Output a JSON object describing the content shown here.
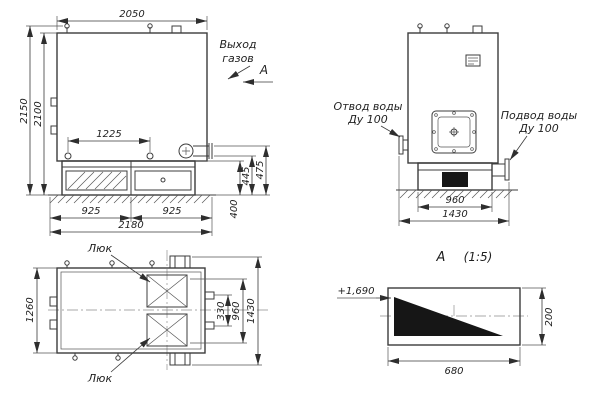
{
  "meta": {
    "background": "#ffffff",
    "line_color": "#3c3c3c",
    "fill_black": "#161616"
  },
  "views": {
    "front": {
      "labels": {
        "gas_exit_line1": "Выход",
        "gas_exit_line2": "газов",
        "section_arrow": "А"
      },
      "dims": {
        "d2050": "2050",
        "d2150": "2150",
        "d2100": "2100",
        "d1225": "1225",
        "d925a": "925",
        "d925b": "925",
        "d2180": "2180",
        "d445": "445",
        "d475": "475",
        "d400": "400"
      }
    },
    "side": {
      "labels": {
        "water_outlet_line1": "Отвод воды",
        "water_outlet_line2": "Ду 100",
        "water_inlet_line1": "Подвод воды",
        "water_inlet_line2": "Ду 100"
      },
      "dims": {
        "d960": "960",
        "d1430": "1430"
      }
    },
    "plan": {
      "labels": {
        "hatch_top": "Люк",
        "hatch_bottom": "Люк"
      },
      "dims": {
        "d1260": "1260",
        "d330": "330",
        "d960": "960",
        "d1430": "1430"
      }
    },
    "section": {
      "title_letter": "А",
      "title_scale": "(1:5)",
      "elevation": "+1,690",
      "dims": {
        "d680": "680",
        "d200": "200"
      }
    }
  }
}
